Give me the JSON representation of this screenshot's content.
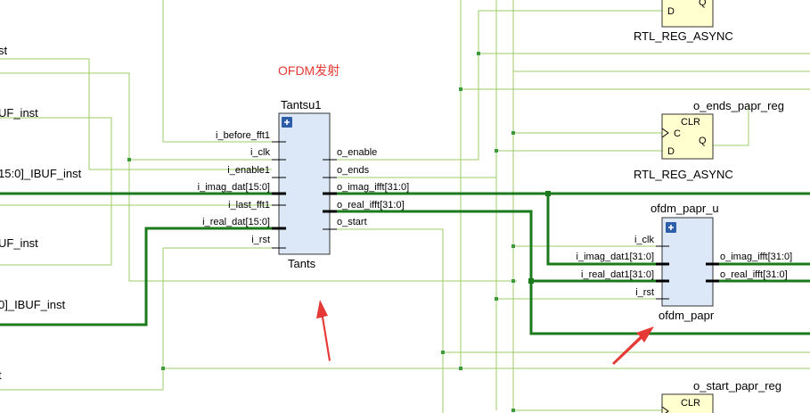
{
  "annotation": {
    "text": "OFDM发射",
    "color": "#e53935"
  },
  "colors": {
    "thin_wire": "#9ccc65",
    "bus_wire": "#1b7a1b",
    "block_fill": "#dce8f7",
    "block_border": "#333333",
    "reg_fill": "#ffffd0",
    "plus_icon": "#2f5ea8",
    "arrow": "#e53935"
  },
  "edge_labels": {
    "a": "st",
    "b": "UF_inst",
    "c": "15:0]_IBUF_inst",
    "d": "UF_inst",
    "e": "0]_IBUF_inst",
    "f": "t"
  },
  "tantsu": {
    "instance": "Tantsu1",
    "module": "Tants",
    "inputs": [
      "i_before_fft1",
      "i_clk",
      "i_enable1",
      "i_imag_dat[15:0]",
      "i_last_fft1",
      "i_real_dat[15:0]",
      "i_rst"
    ],
    "outputs": [
      "o_enable",
      "o_ends",
      "o_imag_ifft[31:0]",
      "o_real_ifft[31:0]",
      "o_start"
    ]
  },
  "ofdm": {
    "instance": "ofdm_papr_u",
    "module": "ofdm_papr",
    "inputs": [
      "i_clk",
      "i_imag_dat1[31:0]",
      "i_real_dat1[31:0]",
      "i_rst"
    ],
    "outputs": [
      "o_imag_ifft[31:0]",
      "o_real_ifft[31:0]"
    ]
  },
  "regs": {
    "top": {
      "module": "RTL_REG_ASYNC",
      "pin_d": "D",
      "pin_q": "Q"
    },
    "ends": {
      "instance": "o_ends_papr_reg",
      "module": "RTL_REG_ASYNC",
      "pin_clr": "CLR",
      "pin_c": "C",
      "pin_q": "Q",
      "pin_d": "D"
    },
    "start": {
      "instance": "o_start_papr_reg",
      "pin_clr": "CLR"
    }
  }
}
